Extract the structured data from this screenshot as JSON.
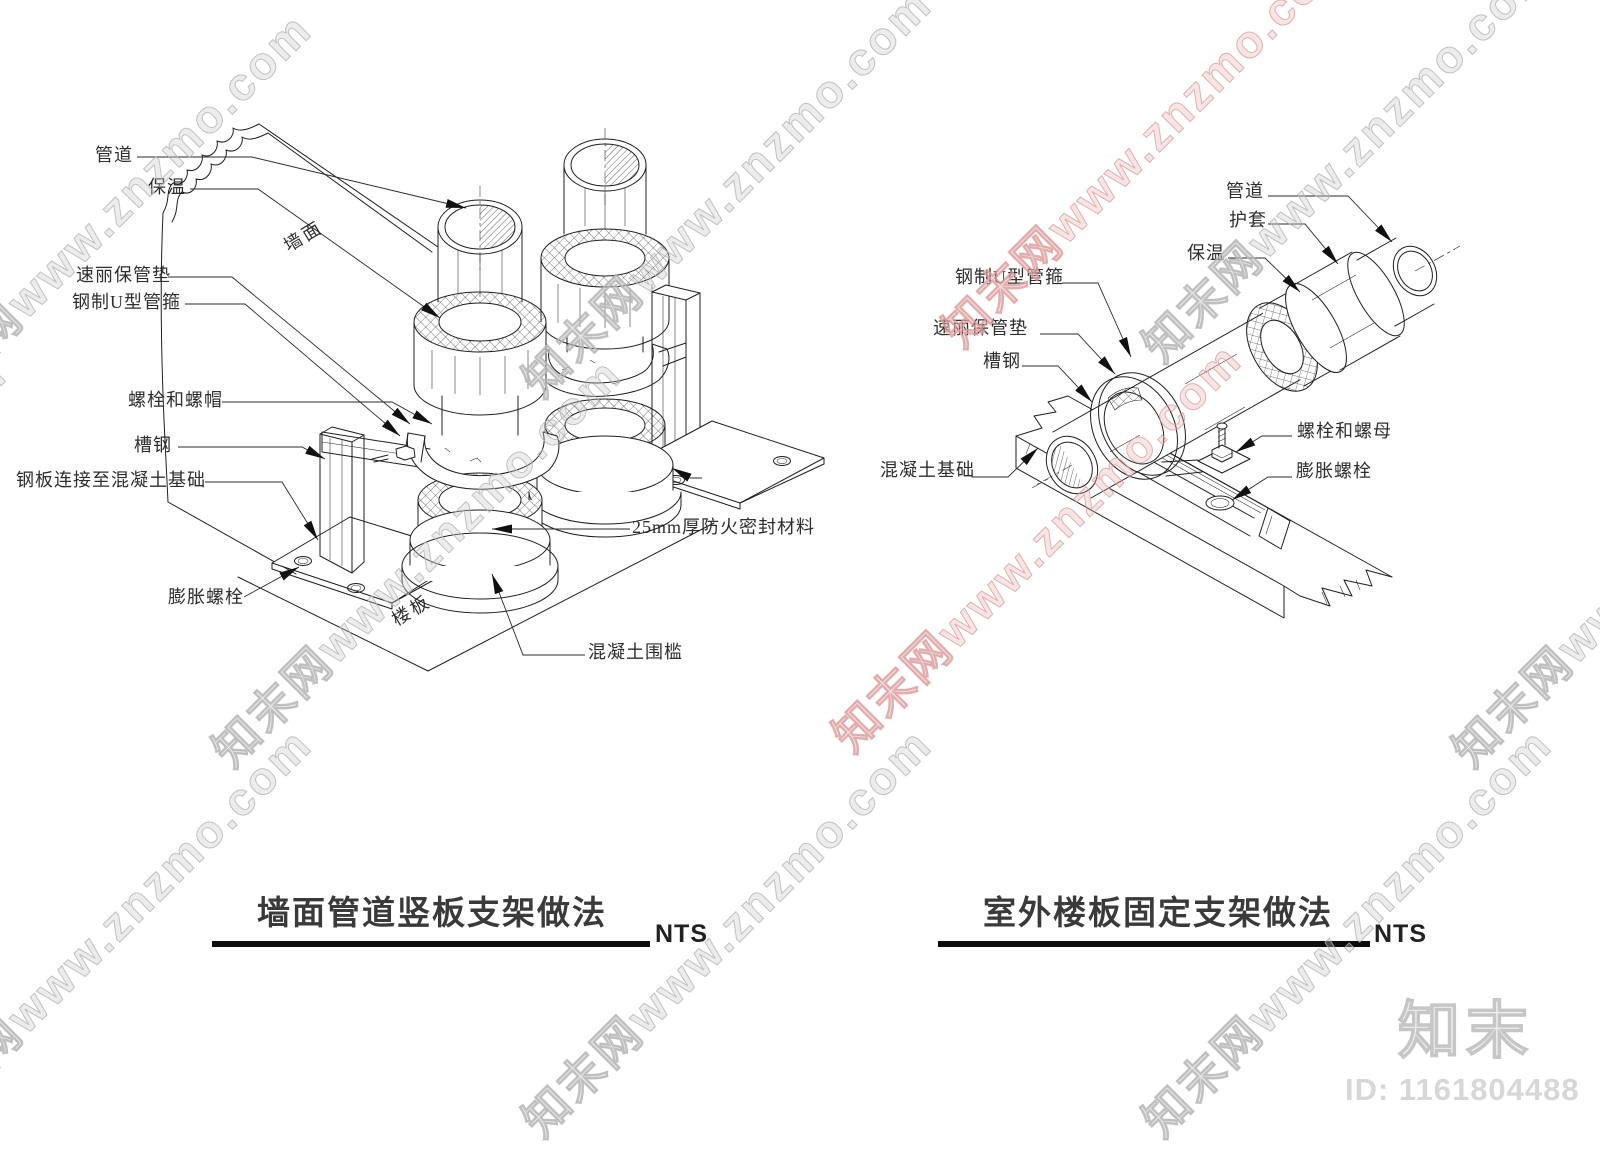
{
  "watermark": {
    "text": "知末网www.znzmo.com"
  },
  "brand": {
    "logo": "知末",
    "id": "ID: 1161804488"
  },
  "figures": [
    {
      "title": "墙面管道竖板支架做法",
      "scale": "NTS",
      "labels": [
        {
          "text": "管道"
        },
        {
          "text": "保温"
        },
        {
          "text": "墙面"
        },
        {
          "text": "速丽保管垫"
        },
        {
          "text": "钢制U型管箍"
        },
        {
          "text": "螺栓和螺帽"
        },
        {
          "text": "槽钢"
        },
        {
          "text": "钢板连接至混凝土基础"
        },
        {
          "text": "膨胀螺栓"
        },
        {
          "text": "楼板"
        },
        {
          "text": "膨胀螺栓"
        },
        {
          "text": "25mm厚防火密封材料"
        },
        {
          "text": "混凝土围槛"
        }
      ]
    },
    {
      "title": "室外楼板固定支架做法",
      "scale": "NTS",
      "labels": [
        {
          "text": "管道"
        },
        {
          "text": "护套"
        },
        {
          "text": "保温"
        },
        {
          "text": "钢制U型管箍"
        },
        {
          "text": "速丽保管垫"
        },
        {
          "text": "槽钢"
        },
        {
          "text": "混凝土基础"
        },
        {
          "text": "螺栓和螺母"
        },
        {
          "text": "膨胀螺栓"
        }
      ]
    }
  ]
}
